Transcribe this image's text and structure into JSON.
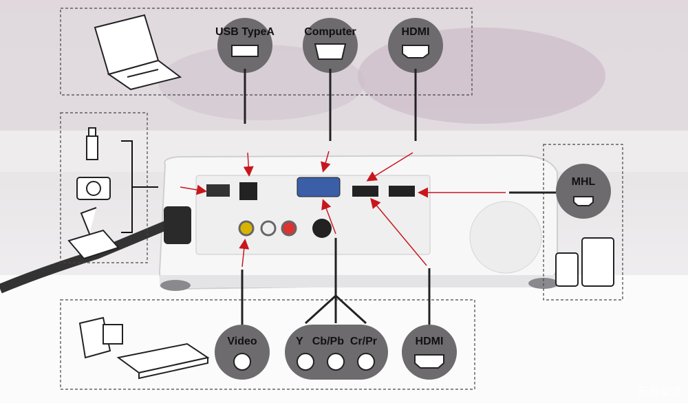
{
  "labels": {
    "usb_typea": "USB TypeA",
    "computer": "Computer",
    "hdmi_top": "HDMI",
    "mhl": "MHL",
    "video": "Video",
    "component": "Y   Cb/Pb  Cr/Pr",
    "hdmi_bottom": "HDMI"
  },
  "watermark": "新浪众测",
  "colors": {
    "arrow": "#c8161d",
    "bubble": "#6d6b6d",
    "line": "#222222"
  }
}
